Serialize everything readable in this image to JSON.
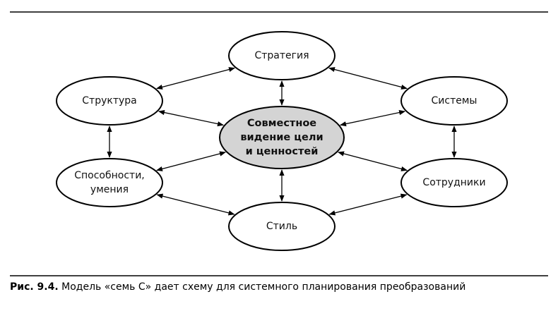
{
  "figure": {
    "nodes": [
      {
        "id": "center",
        "lines": [
          "Совместное",
          "видение цели",
          "и ценностей"
        ]
      },
      {
        "id": "strategy",
        "lines": [
          "Стратегия"
        ]
      },
      {
        "id": "structure",
        "lines": [
          "Структура"
        ]
      },
      {
        "id": "systems",
        "lines": [
          "Системы"
        ]
      },
      {
        "id": "skills",
        "lines": [
          "Способности,",
          "умения"
        ]
      },
      {
        "id": "staff",
        "lines": [
          "Сотрудники"
        ]
      },
      {
        "id": "style",
        "lines": [
          "Стиль"
        ]
      }
    ],
    "edges": [
      [
        "strategy",
        "center"
      ],
      [
        "style",
        "center"
      ],
      [
        "structure",
        "center"
      ],
      [
        "systems",
        "center"
      ],
      [
        "skills",
        "center"
      ],
      [
        "staff",
        "center"
      ],
      [
        "strategy",
        "structure"
      ],
      [
        "strategy",
        "systems"
      ],
      [
        "style",
        "skills"
      ],
      [
        "style",
        "staff"
      ],
      [
        "structure",
        "skills"
      ],
      [
        "systems",
        "staff"
      ]
    ],
    "arrow_style": "double-headed"
  },
  "caption": {
    "label": "Рис. 9.4.",
    "text": "Модель «семь С» дает схему для системного планирования преобразований"
  },
  "colors": {
    "center_fill": "#d4d4d4",
    "node_fill": "#ffffff",
    "stroke": "#000000"
  }
}
